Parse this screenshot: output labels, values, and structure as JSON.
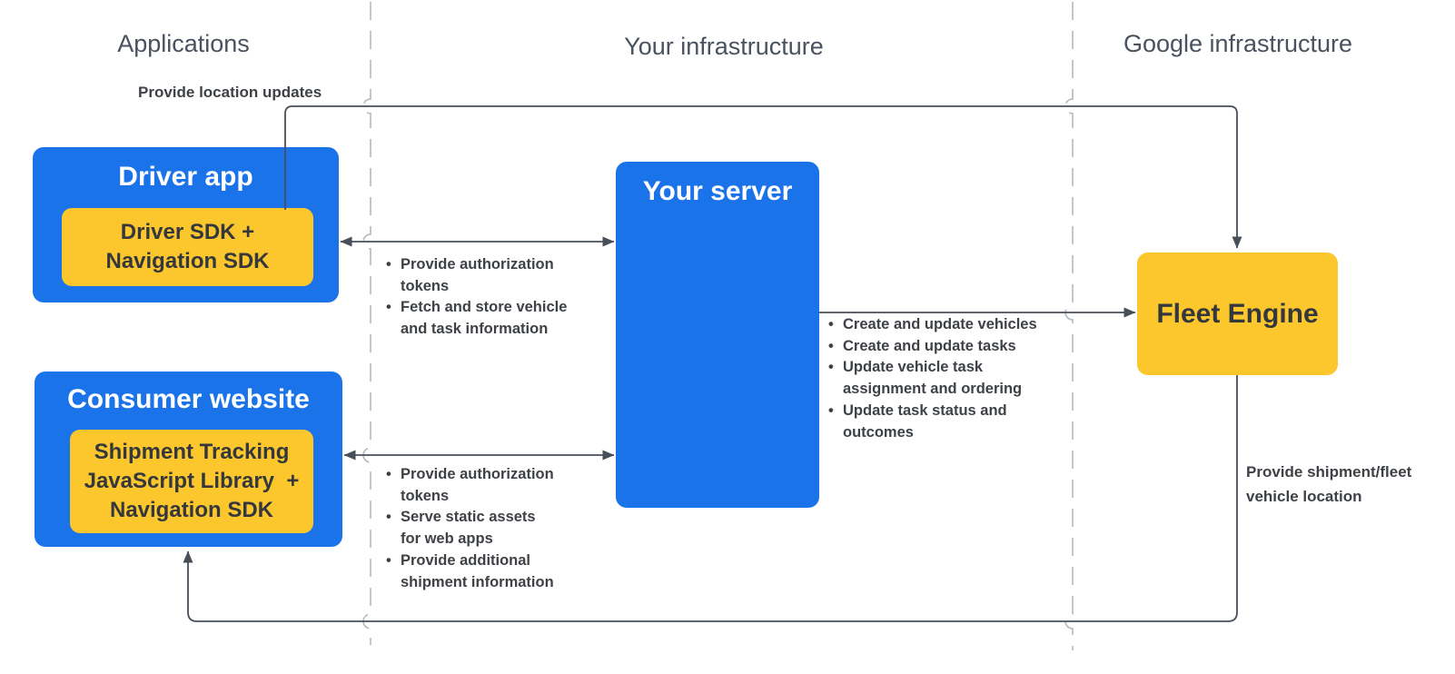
{
  "colors": {
    "background": "#ffffff",
    "blue": "#1a73e8",
    "yellow": "#fcc62d",
    "wire": "#474f5a",
    "divider": "#b6bcc3",
    "heading": "#4a5260",
    "label": "#3e4145",
    "title_on_blue": "#ffffff",
    "text_on_yellow": "#34383c"
  },
  "columns": [
    {
      "label": "Applications"
    },
    {
      "label": "Your infrastructure"
    },
    {
      "label": "Google infrastructure"
    }
  ],
  "nodes": {
    "driver_app": {
      "title": "Driver app",
      "sdk_lines": [
        "Driver SDK +",
        "Navigation SDK"
      ]
    },
    "consumer_website": {
      "title": "Consumer website",
      "sdk_lines": [
        "Shipment Tracking",
        "JavaScript Library  +",
        "Navigation SDK"
      ]
    },
    "your_server": {
      "title": "Your server"
    },
    "fleet_engine": {
      "title": "Fleet Engine"
    }
  },
  "edges": {
    "location_updates": {
      "from": "driver_app",
      "to": "fleet_engine",
      "direction": "one-way",
      "label": "Provide location updates"
    },
    "driver_server": {
      "between": [
        "driver_app",
        "your_server"
      ],
      "direction": "bidirectional",
      "bullets": [
        [
          "Provide authorization",
          "tokens"
        ],
        [
          "Fetch and store vehicle",
          "and task information"
        ]
      ]
    },
    "consumer_server": {
      "between": [
        "consumer_website",
        "your_server"
      ],
      "direction": "bidirectional",
      "bullets": [
        [
          "Provide authorization",
          "tokens"
        ],
        [
          "Serve static assets",
          "for web apps"
        ],
        [
          "Provide additional",
          "shipment information"
        ]
      ]
    },
    "server_fleet": {
      "from": "your_server",
      "to": "fleet_engine",
      "direction": "one-way",
      "bullets": [
        [
          "Create and update vehicles"
        ],
        [
          "Create and update tasks"
        ],
        [
          "Update vehicle task",
          "assignment and ordering"
        ],
        [
          "Update task status and",
          "outcomes"
        ]
      ]
    },
    "fleet_consumer": {
      "from": "fleet_engine",
      "to": "consumer_website",
      "direction": "one-way",
      "label_lines": [
        "Provide shipment/fleet",
        "vehicle location"
      ]
    }
  }
}
